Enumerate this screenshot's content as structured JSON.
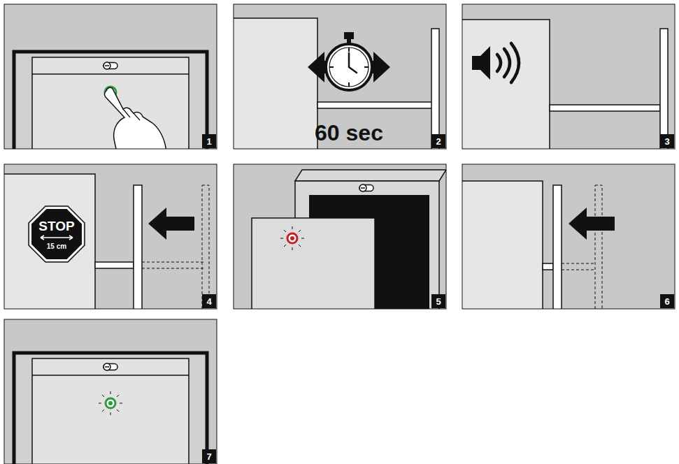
{
  "diagram": {
    "labels": [
      "1",
      "60 sec",
      "2",
      "3",
      "STOP",
      "15 cm",
      "4",
      "5",
      "6",
      "7"
    ]
  }
}
